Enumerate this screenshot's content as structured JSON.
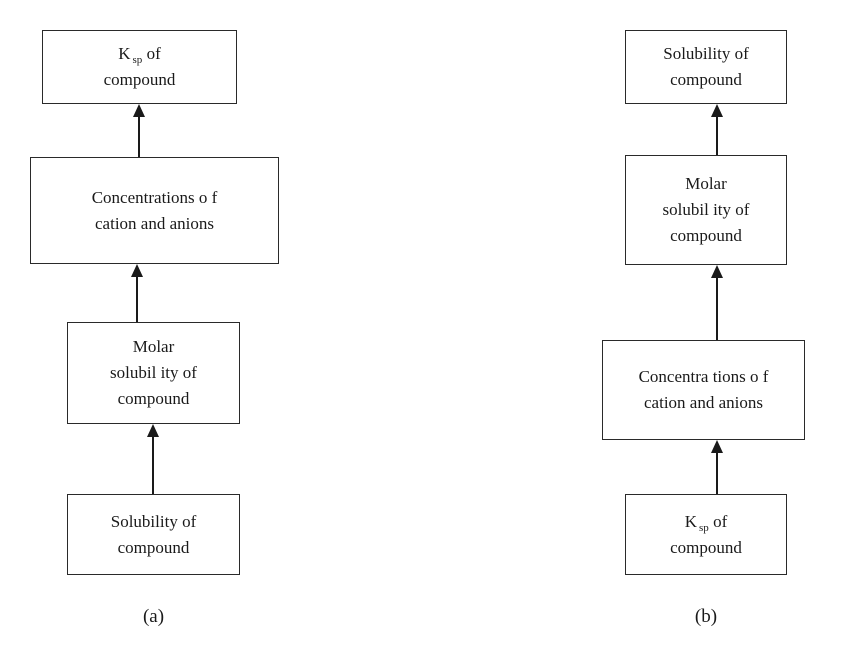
{
  "figure": {
    "caption_a": "(a)",
    "caption_b": "(b)"
  },
  "diagram_a": {
    "boxes": [
      {
        "line1_pre": "K",
        "line1_sub": "sp",
        "line1_post": "of",
        "line2": "compound"
      },
      {
        "line1": "Concentrations o f",
        "line2": "cation and anions"
      },
      {
        "line1": "Molar",
        "line2": "solubil ity of",
        "line3": "compound"
      },
      {
        "line1": "Solubility of",
        "line2": "compound"
      }
    ]
  },
  "diagram_b": {
    "boxes": [
      {
        "line1": "Solubility of",
        "line2": "compound"
      },
      {
        "line1": "Molar",
        "line2": "solubil ity of",
        "line3": "compound"
      },
      {
        "line1": "Concentra tions o f",
        "line2": "cation and anions"
      },
      {
        "line1_pre": "K",
        "line1_sub": "sp",
        "line1_post": "of",
        "line2": "compound"
      }
    ]
  }
}
